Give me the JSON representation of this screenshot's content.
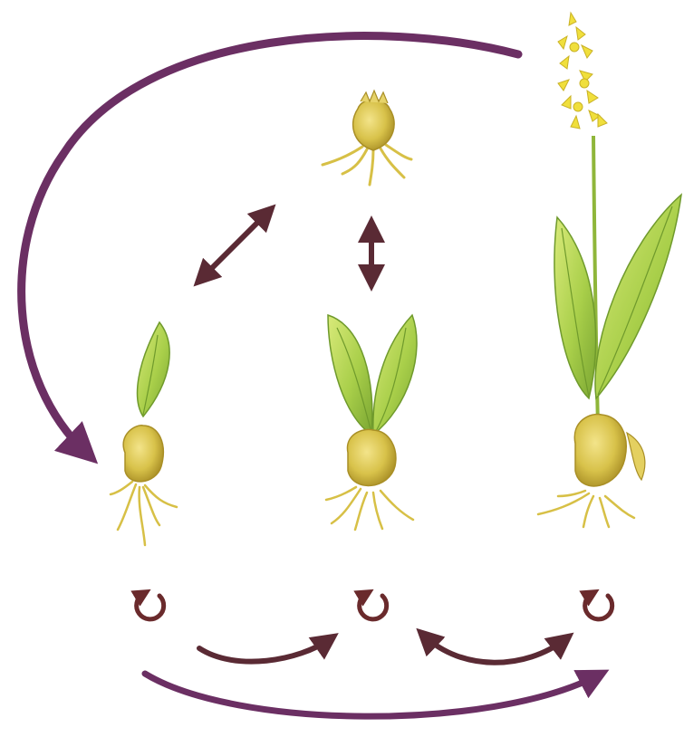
{
  "diagram": {
    "kind": "plant life-cycle watercolor diagram",
    "stages": [
      {
        "id": "dormant-bulb",
        "icon": "dormant-bulb-icon"
      },
      {
        "id": "one-leaf-seedling",
        "icon": "one-leaf-plant-icon"
      },
      {
        "id": "two-leaf-vegetative",
        "icon": "two-leaf-plant-icon"
      },
      {
        "id": "flowering-adult",
        "icon": "flowering-plant-icon"
      }
    ],
    "transitions": [
      {
        "from": "flowering-adult",
        "to": "one-leaf-seedling",
        "style": "curved-one-way"
      },
      {
        "from": "one-leaf-seedling",
        "to": "dormant-bulb",
        "style": "two-way"
      },
      {
        "from": "dormant-bulb",
        "to": "two-leaf-vegetative",
        "style": "two-way"
      },
      {
        "from": "one-leaf-seedling",
        "to": "two-leaf-vegetative",
        "style": "curved-one-way"
      },
      {
        "from": "two-leaf-vegetative",
        "to": "flowering-adult",
        "style": "curved-two-way"
      },
      {
        "from": "one-leaf-seedling",
        "to": "flowering-adult",
        "style": "curved-one-way"
      }
    ],
    "self_loops": [
      "one-leaf-seedling",
      "two-leaf-vegetative",
      "flowering-adult"
    ]
  },
  "colors": {
    "arrow_purple": "#6b2f63",
    "arrow_maroon": "#5a2a34",
    "loop_brown": "#6a2a2c",
    "bulb_yellow": "#d8c24a",
    "bulb_shadow": "#b39a2e",
    "leaf_green": "#a9cf4a",
    "leaf_dark": "#6f9a2c",
    "flower_yellow": "#f0df3c",
    "root_yellow": "#d7c046"
  }
}
